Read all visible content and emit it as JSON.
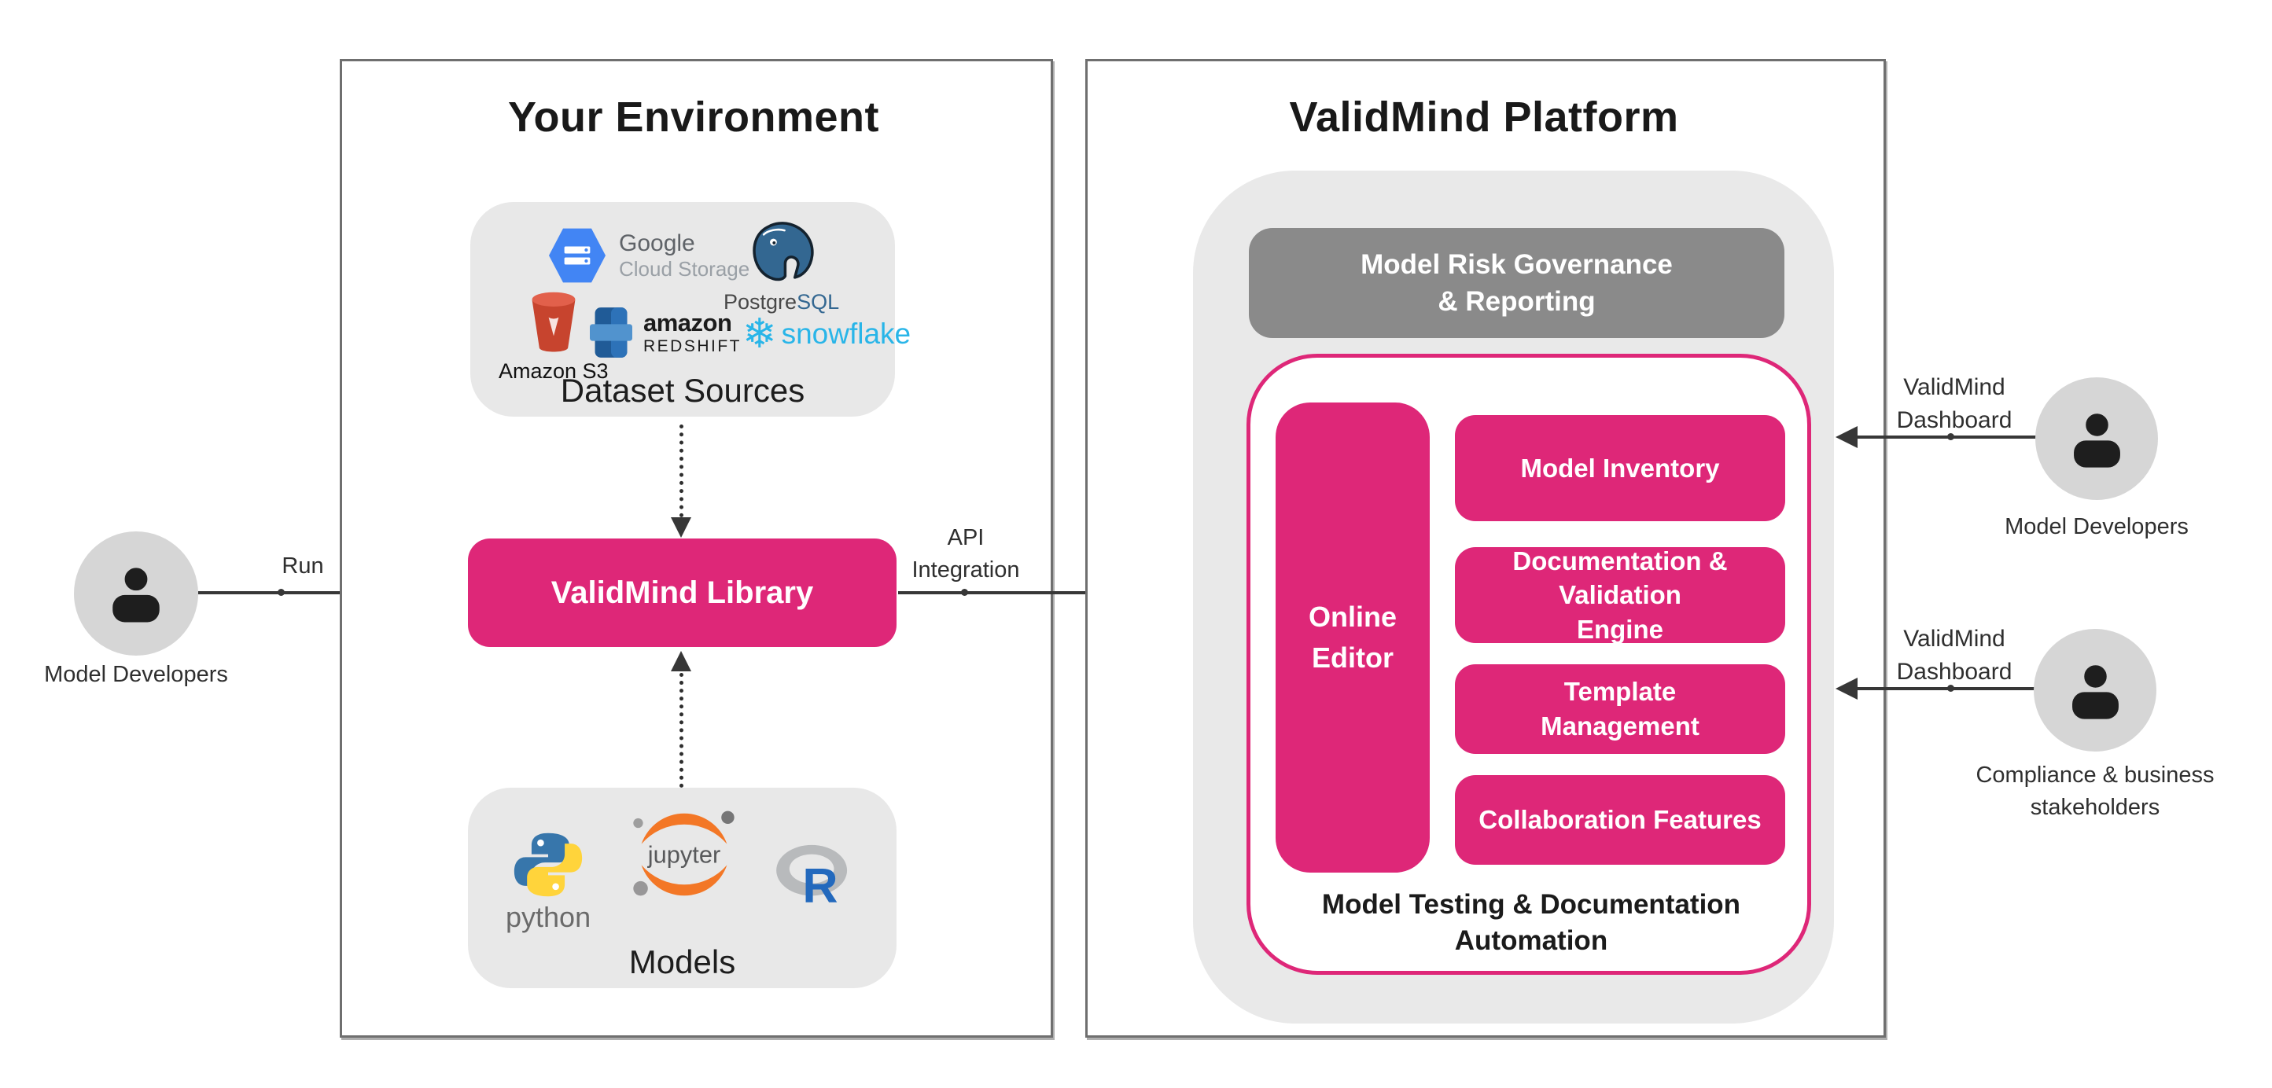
{
  "colors": {
    "pink": "#DE2778",
    "border": "#6F6F6F",
    "arrow": "#373737",
    "governance": "#8A8A8A",
    "container": "#E9E9E9",
    "lightbox": "#E8E8E8",
    "avatar": "#D6D6D6",
    "ink": "#191919",
    "label": "#2F2F2F"
  },
  "left_actor": {
    "label": "Model Developers"
  },
  "run_label": "Run",
  "api_label": {
    "line1": "API",
    "line2": "Integration"
  },
  "environment": {
    "title": "Your Environment",
    "dataset_sources": {
      "caption": "Dataset Sources",
      "gcs": {
        "line1": "Google",
        "line2": "Cloud Storage"
      },
      "postgresql": {
        "part1": "Postgre",
        "part2": "SQL"
      },
      "s3": {
        "label": "Amazon S3"
      },
      "redshift": {
        "line1": "amazon",
        "line2": "REDSHIFT"
      },
      "snowflake": {
        "label": "snowflake"
      }
    },
    "library": {
      "label": "ValidMind Library"
    },
    "models": {
      "caption": "Models",
      "python": {
        "label": "python"
      },
      "jupyter": {
        "label": "jupyter"
      },
      "r": {
        "label": "R"
      }
    }
  },
  "platform": {
    "title": "ValidMind Platform",
    "governance": [
      "Model Risk Governance",
      "& Reporting"
    ],
    "online_editor": [
      "Online",
      "Editor"
    ],
    "features": [
      [
        "Model Inventory",
        ""
      ],
      [
        "Documentation & Validation",
        "Engine"
      ],
      [
        "Template",
        "Management"
      ],
      [
        "Collaboration Features",
        ""
      ]
    ],
    "automation": [
      "Model Testing & Documentation",
      "Automation"
    ]
  },
  "right_actors": [
    {
      "connector": [
        "ValidMind",
        "Dashboard"
      ],
      "label": [
        "Model Developers",
        ""
      ]
    },
    {
      "connector": [
        "ValidMind",
        "Dashboard"
      ],
      "label": [
        "Compliance & business",
        "stakeholders"
      ]
    }
  ]
}
